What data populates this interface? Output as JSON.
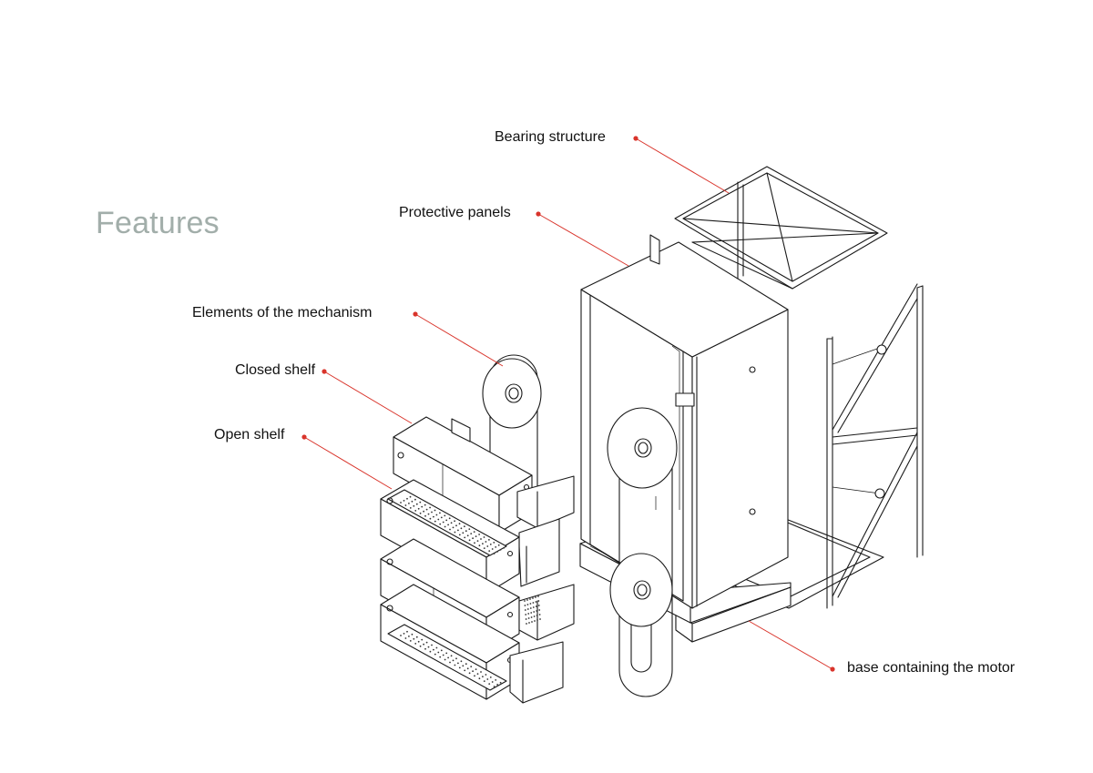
{
  "title": "Features",
  "callouts": {
    "bearing_structure": "Bearing structure",
    "protective_panels": "Protective panels",
    "mechanism_elements": "Elements of the mechanism",
    "closed_shelf": "Closed shelf",
    "open_shelf": "Open shelf",
    "base_motor": "base containing the motor"
  },
  "colors": {
    "title": "#a2aeaa",
    "leader": "#d9342b",
    "linework": "#1a1a1a"
  }
}
